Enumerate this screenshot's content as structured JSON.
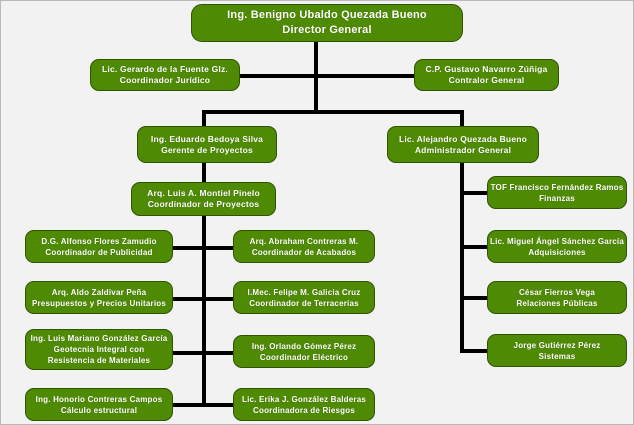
{
  "chart_data": {
    "type": "diagram",
    "title": "Organigrama",
    "diagram_kind": "organizational-chart",
    "orientation": "top-down",
    "box_color": "#4f8a05",
    "box_border_color": "#2f5203",
    "text_color": "#ffffff",
    "connector_color": "#000000",
    "background_color": "#f2f2f2",
    "levels": 4,
    "node_count": 17
  },
  "nodes": {
    "director_general": {
      "line1": "Ing. Benigno Ubaldo Quezada Bueno",
      "line2": "Director General"
    },
    "coordinador_juridico": {
      "line1": "Lic. Gerardo  de la Fuente Glz.",
      "line2": "Coordinador  Jurídico"
    },
    "contralor_general": {
      "line1": "C.P. Gustavo Navarro  Zúñiga",
      "line2": "Contralor General"
    },
    "gerente_proyectos": {
      "line1": "Ing. Eduardo  Bedoya  Silva",
      "line2": "Gerente de Proyectos"
    },
    "administrador_general": {
      "line1": "Lic. Alejandro  Quezada  Bueno",
      "line2": "Administrador  General"
    },
    "coordinador_proyectos": {
      "line1": "Arq. Luis A. Montiel Pinelo",
      "line2": "Coordinador de Proyectos"
    },
    "coordinador_publicidad": {
      "line1": "D.G. Alfonso Flores Zamudio",
      "line2": "Coordinador de Publicidad"
    },
    "presupuestos": {
      "line1": "Arq. Aldo Zaldivar  Peña",
      "line2": "Presupuestos  y Precios  Unitarios"
    },
    "geotecnia": {
      "line1": "Ing. Luis Mariano  González  García",
      "line2": "Geotecnia  Integral  con",
      "line3": "Resistencia  de Materiales"
    },
    "calculo_estructural": {
      "line1": "Ing. Honorio  Contreras  Campos",
      "line2": "Cálculo  estructural"
    },
    "coordinador_acabados": {
      "line1": "Arq. Abraham  Contreras M.",
      "line2": "Coordinador de Acabados"
    },
    "coordinador_terracerias": {
      "line1": "I.Mec. Felipe M. Galicia  Cruz",
      "line2": "Coordinador de Terracerías"
    },
    "coordinador_electrico": {
      "line1": "Ing. Orlando  Gómez Pérez",
      "line2": "Coordinador  Eléctrico"
    },
    "coordinadora_riesgos": {
      "line1": "Lic. Erika  J. González  Balderas",
      "line2": "Coordinadora de Riesgos"
    },
    "finanzas": {
      "line1": "TOF Francisco  Fernández Ramos",
      "line2": "Finanzas"
    },
    "adquisiciones": {
      "line1": "Lic. Miguel  Ángel  Sánchez  García",
      "line2": "Adquisiciones"
    },
    "relaciones_publicas": {
      "line1": "César Fierros Vega",
      "line2": "Relaciones  Públicas"
    },
    "sistemas": {
      "line1": "Jorge Gutiérrez  Pérez",
      "line2": "Sistemas"
    }
  }
}
